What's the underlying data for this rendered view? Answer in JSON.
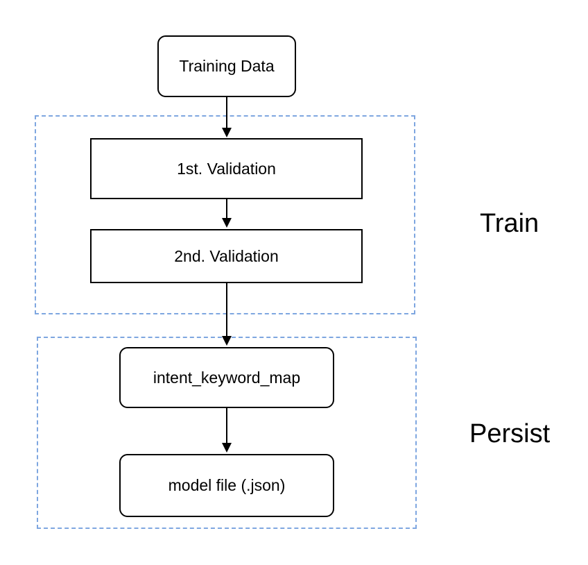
{
  "diagram": {
    "title": "training pipeline flowchart",
    "nodes": {
      "training_data": {
        "label": "Training Data",
        "shape": "rounded-rectangle"
      },
      "first_validation": {
        "label": "1st. Validation",
        "shape": "rectangle"
      },
      "second_validation": {
        "label": "2nd. Validation",
        "shape": "rectangle"
      },
      "intent_keyword_map": {
        "label": "intent_keyword_map",
        "shape": "rounded-rectangle"
      },
      "model_file": {
        "label": "model file (.json)",
        "shape": "rounded-rectangle"
      }
    },
    "groups": {
      "train": {
        "label": "Train"
      },
      "persist": {
        "label": "Persist"
      }
    },
    "edges": [
      {
        "from": "training_data",
        "to": "first_validation"
      },
      {
        "from": "first_validation",
        "to": "second_validation"
      },
      {
        "from": "second_validation",
        "to": "intent_keyword_map"
      },
      {
        "from": "intent_keyword_map",
        "to": "model_file"
      }
    ],
    "colors": {
      "background": "#ffffff",
      "node_fill": "#ffffff",
      "node_border": "#000000",
      "group_border": "#7ea6e0",
      "arrow": "#000000",
      "text": "#000000"
    }
  }
}
